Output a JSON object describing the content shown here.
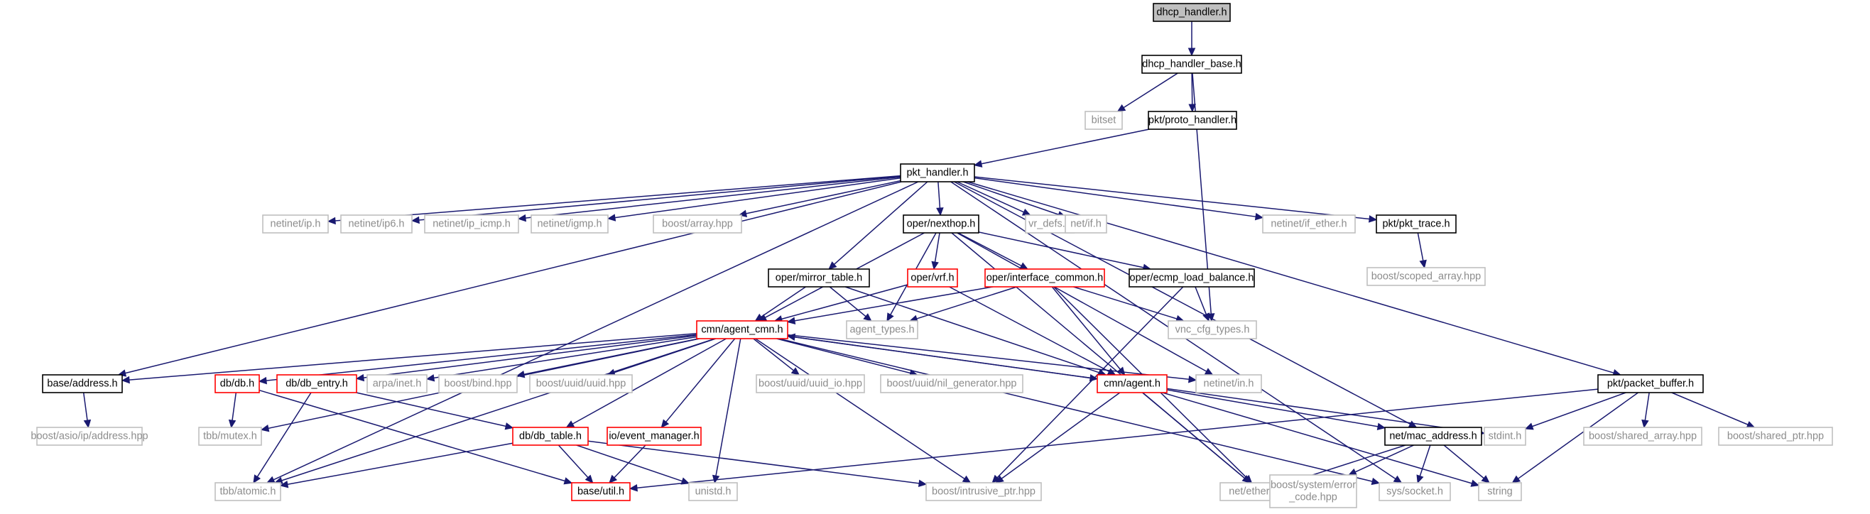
{
  "diagram": {
    "type": "include-dependency-graph",
    "colors": {
      "edge": "#191970",
      "root_fill": "#bfbfbf",
      "documented_border": "#000000",
      "truncated_border": "#ff0000",
      "external_border": "#bfbfbf",
      "external_text": "#8c8c8c"
    },
    "nodes": {
      "dhcp_handler": {
        "label": "dhcp_handler.h",
        "kind": "root"
      },
      "dhcp_handler_base": {
        "label": "dhcp_handler_base.h",
        "kind": "documented"
      },
      "bitset": {
        "label": "bitset",
        "kind": "external"
      },
      "proto_handler": {
        "label": "pkt/proto_handler.h",
        "kind": "documented"
      },
      "pkt_handler": {
        "label": "pkt_handler.h",
        "kind": "documented"
      },
      "netinet_ip": {
        "label": "netinet/ip.h",
        "kind": "external"
      },
      "netinet_ip6": {
        "label": "netinet/ip6.h",
        "kind": "external"
      },
      "netinet_ip_icmp": {
        "label": "netinet/ip_icmp.h",
        "kind": "external"
      },
      "netinet_igmp": {
        "label": "netinet/igmp.h",
        "kind": "external"
      },
      "boost_array": {
        "label": "boost/array.hpp",
        "kind": "external"
      },
      "oper_nexthop": {
        "label": "oper/nexthop.h",
        "kind": "documented"
      },
      "vr_defs": {
        "label": "vr_defs.h",
        "kind": "external"
      },
      "net_if": {
        "label": "net/if.h",
        "kind": "external"
      },
      "netinet_if_ether": {
        "label": "netinet/if_ether.h",
        "kind": "external"
      },
      "pkt_trace": {
        "label": "pkt/pkt_trace.h",
        "kind": "documented"
      },
      "boost_scoped_array": {
        "label": "boost/scoped_array.hpp",
        "kind": "external"
      },
      "oper_mirror_table": {
        "label": "oper/mirror_table.h",
        "kind": "documented"
      },
      "oper_vrf": {
        "label": "oper/vrf.h",
        "kind": "truncated"
      },
      "oper_interface_common": {
        "label": "oper/interface_common.h",
        "kind": "truncated"
      },
      "oper_ecmp_load_balance": {
        "label": "oper/ecmp_load_balance.h",
        "kind": "documented"
      },
      "agent_types": {
        "label": "agent_types.h",
        "kind": "external"
      },
      "vnc_cfg_types": {
        "label": "vnc_cfg_types.h",
        "kind": "external"
      },
      "cmn_agent_cmn": {
        "label": "cmn/agent_cmn.h",
        "kind": "truncated"
      },
      "cmn_agent": {
        "label": "cmn/agent.h",
        "kind": "truncated"
      },
      "netinet_in": {
        "label": "netinet/in.h",
        "kind": "external"
      },
      "base_address": {
        "label": "base/address.h",
        "kind": "documented"
      },
      "boost_asio_address": {
        "label": "boost/asio/ip/address.hpp",
        "kind": "external"
      },
      "db_db": {
        "label": "db/db.h",
        "kind": "truncated"
      },
      "db_db_entry": {
        "label": "db/db_entry.h",
        "kind": "truncated"
      },
      "arpa_inet": {
        "label": "arpa/inet.h",
        "kind": "external"
      },
      "boost_bind": {
        "label": "boost/bind.hpp",
        "kind": "external"
      },
      "boost_uuid_uuid": {
        "label": "boost/uuid/uuid.hpp",
        "kind": "external"
      },
      "boost_uuid_uuid_io": {
        "label": "boost/uuid/uuid_io.hpp",
        "kind": "external"
      },
      "boost_uuid_nil_generator": {
        "label": "boost/uuid/nil_generator.hpp",
        "kind": "external"
      },
      "tbb_mutex": {
        "label": "tbb/mutex.h",
        "kind": "external"
      },
      "db_db_table": {
        "label": "db/db_table.h",
        "kind": "truncated"
      },
      "io_event_manager": {
        "label": "io/event_manager.h",
        "kind": "truncated"
      },
      "net_mac_address": {
        "label": "net/mac_address.h",
        "kind": "documented"
      },
      "pkt_packet_buffer": {
        "label": "pkt/packet_buffer.h",
        "kind": "documented"
      },
      "stdint": {
        "label": "stdint.h",
        "kind": "external"
      },
      "boost_shared_array": {
        "label": "boost/shared_array.hpp",
        "kind": "external"
      },
      "boost_shared_ptr": {
        "label": "boost/shared_ptr.hpp",
        "kind": "external"
      },
      "tbb_atomic": {
        "label": "tbb/atomic.h",
        "kind": "external"
      },
      "base_util": {
        "label": "base/util.h",
        "kind": "truncated"
      },
      "unistd": {
        "label": "unistd.h",
        "kind": "external"
      },
      "boost_intrusive_ptr": {
        "label": "boost/intrusive_ptr.hpp",
        "kind": "external"
      },
      "net_ethernet": {
        "label": "net/ethernet.h",
        "kind": "external"
      },
      "boost_system_error_code": {
        "label": "boost/system/error\n_code.hpp",
        "kind": "external"
      },
      "sys_socket": {
        "label": "sys/socket.h",
        "kind": "external"
      },
      "string": {
        "label": "string",
        "kind": "external"
      }
    },
    "edges": [
      [
        "dhcp_handler",
        "dhcp_handler_base"
      ],
      [
        "dhcp_handler_base",
        "bitset"
      ],
      [
        "dhcp_handler_base",
        "proto_handler"
      ],
      [
        "dhcp_handler_base",
        "vnc_cfg_types"
      ],
      [
        "proto_handler",
        "pkt_handler"
      ],
      [
        "pkt_handler",
        "netinet_ip"
      ],
      [
        "pkt_handler",
        "netinet_ip6"
      ],
      [
        "pkt_handler",
        "netinet_ip_icmp"
      ],
      [
        "pkt_handler",
        "netinet_igmp"
      ],
      [
        "pkt_handler",
        "boost_array"
      ],
      [
        "pkt_handler",
        "oper_nexthop"
      ],
      [
        "pkt_handler",
        "vr_defs"
      ],
      [
        "pkt_handler",
        "net_if"
      ],
      [
        "pkt_handler",
        "netinet_if_ether"
      ],
      [
        "pkt_handler",
        "pkt_trace"
      ],
      [
        "pkt_handler",
        "pkt_packet_buffer"
      ],
      [
        "pkt_handler",
        "oper_mirror_table"
      ],
      [
        "pkt_handler",
        "base_address"
      ],
      [
        "pkt_handler",
        "tbb_atomic"
      ],
      [
        "pkt_handler",
        "net_mac_address"
      ],
      [
        "pkt_handler",
        "sys_socket"
      ],
      [
        "pkt_trace",
        "boost_scoped_array"
      ],
      [
        "oper_nexthop",
        "cmn_agent_cmn"
      ],
      [
        "oper_nexthop",
        "agent_types"
      ],
      [
        "oper_nexthop",
        "oper_vrf"
      ],
      [
        "oper_nexthop",
        "oper_interface_common"
      ],
      [
        "oper_nexthop",
        "oper_ecmp_load_balance"
      ],
      [
        "oper_nexthop",
        "netinet_in"
      ],
      [
        "oper_nexthop",
        "net_ethernet"
      ],
      [
        "oper_mirror_table",
        "cmn_agent_cmn"
      ],
      [
        "oper_mirror_table",
        "agent_types"
      ],
      [
        "oper_mirror_table",
        "cmn_agent"
      ],
      [
        "oper_vrf",
        "cmn_agent_cmn"
      ],
      [
        "oper_vrf",
        "cmn_agent"
      ],
      [
        "oper_interface_common",
        "cmn_agent_cmn"
      ],
      [
        "oper_interface_common",
        "agent_types"
      ],
      [
        "oper_interface_common",
        "vnc_cfg_types"
      ],
      [
        "oper_interface_common",
        "cmn_agent"
      ],
      [
        "oper_interface_common",
        "net_ethernet"
      ],
      [
        "oper_ecmp_load_balance",
        "vnc_cfg_types"
      ],
      [
        "oper_ecmp_load_balance",
        "boost_intrusive_ptr"
      ],
      [
        "cmn_agent_cmn",
        "base_address"
      ],
      [
        "cmn_agent_cmn",
        "db_db"
      ],
      [
        "cmn_agent_cmn",
        "db_db_entry"
      ],
      [
        "cmn_agent_cmn",
        "arpa_inet"
      ],
      [
        "cmn_agent_cmn",
        "boost_bind"
      ],
      [
        "cmn_agent_cmn",
        "boost_uuid_uuid"
      ],
      [
        "cmn_agent_cmn",
        "boost_uuid_uuid_io"
      ],
      [
        "cmn_agent_cmn",
        "boost_uuid_nil_generator"
      ],
      [
        "cmn_agent_cmn",
        "cmn_agent"
      ],
      [
        "cmn_agent_cmn",
        "netinet_in"
      ],
      [
        "cmn_agent_cmn",
        "tbb_mutex"
      ],
      [
        "cmn_agent_cmn",
        "tbb_atomic"
      ],
      [
        "cmn_agent_cmn",
        "db_db_table"
      ],
      [
        "cmn_agent_cmn",
        "io_event_manager"
      ],
      [
        "cmn_agent_cmn",
        "boost_intrusive_ptr"
      ],
      [
        "cmn_agent_cmn",
        "unistd"
      ],
      [
        "cmn_agent_cmn",
        "sys_socket"
      ],
      [
        "cmn_agent",
        "cmn_agent_cmn"
      ],
      [
        "cmn_agent",
        "net_mac_address"
      ],
      [
        "cmn_agent",
        "stdint"
      ],
      [
        "cmn_agent",
        "string"
      ],
      [
        "cmn_agent",
        "net_ethernet"
      ],
      [
        "cmn_agent",
        "boost_intrusive_ptr"
      ],
      [
        "base_address",
        "boost_asio_address"
      ],
      [
        "db_db",
        "tbb_mutex"
      ],
      [
        "db_db",
        "base_util"
      ],
      [
        "db_db_entry",
        "tbb_atomic"
      ],
      [
        "db_db_entry",
        "db_db_table"
      ],
      [
        "db_db_table",
        "tbb_atomic"
      ],
      [
        "db_db_table",
        "base_util"
      ],
      [
        "db_db_table",
        "unistd"
      ],
      [
        "db_db_table",
        "boost_intrusive_ptr"
      ],
      [
        "io_event_manager",
        "base_util"
      ],
      [
        "net_mac_address",
        "net_ethernet"
      ],
      [
        "net_mac_address",
        "boost_system_error_code"
      ],
      [
        "net_mac_address",
        "sys_socket"
      ],
      [
        "net_mac_address",
        "string"
      ],
      [
        "pkt_packet_buffer",
        "stdint"
      ],
      [
        "pkt_packet_buffer",
        "boost_shared_array"
      ],
      [
        "pkt_packet_buffer",
        "boost_shared_ptr"
      ],
      [
        "pkt_packet_buffer",
        "base_util"
      ],
      [
        "pkt_packet_buffer",
        "string"
      ]
    ]
  }
}
